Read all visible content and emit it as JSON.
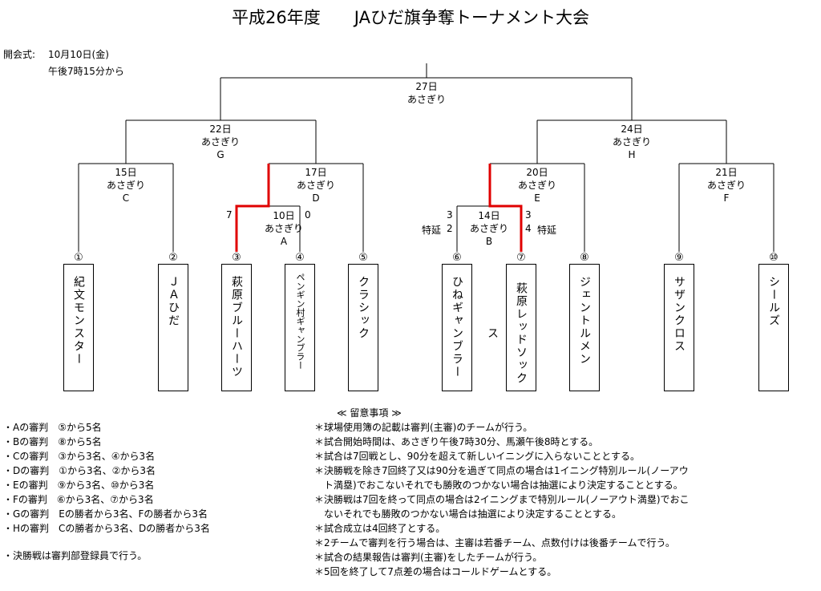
{
  "title": "平成26年度　　JAひだ旗争奪トーナメント大会",
  "opening": {
    "label": "開会式:",
    "date": "10月10日(金)",
    "time": "午後7時15分から"
  },
  "teams": [
    {
      "num": "①",
      "name": "紀文モンスター"
    },
    {
      "num": "②",
      "name": "ＪＡひだ"
    },
    {
      "num": "③",
      "name": "萩原ブルーハーツ"
    },
    {
      "num": "④",
      "name": "ペンギン村ギャンブラー"
    },
    {
      "num": "⑤",
      "name": "クラシック"
    },
    {
      "num": "⑥",
      "name": "ひねギャンブラー"
    },
    {
      "num": "⑦",
      "name": "萩原レッドソックス"
    },
    {
      "num": "⑧",
      "name": "ジェントルメン"
    },
    {
      "num": "⑨",
      "name": "サザンクロス"
    },
    {
      "num": "⑩",
      "name": "シールズ"
    }
  ],
  "matches": {
    "A": {
      "date": "10日",
      "venue": "あさぎり",
      "code": "A"
    },
    "B": {
      "date": "14日",
      "venue": "あさぎり",
      "code": "B"
    },
    "C": {
      "date": "15日",
      "venue": "あさぎり",
      "code": "C"
    },
    "D": {
      "date": "17日",
      "venue": "あさぎり",
      "code": "D"
    },
    "E": {
      "date": "20日",
      "venue": "あさぎり",
      "code": "E"
    },
    "F": {
      "date": "21日",
      "venue": "あさぎり",
      "code": "F"
    },
    "G": {
      "date": "22日",
      "venue": "あさぎり",
      "code": "G"
    },
    "H": {
      "date": "24日",
      "venue": "あさぎり",
      "code": "H"
    },
    "final": {
      "date": "27日",
      "venue": "あさぎり"
    }
  },
  "scores": {
    "A_left": "7",
    "A_right": "0",
    "B_left_reg": "3",
    "B_left_ext": "2",
    "B_left_ext_label": "特延",
    "B_right_reg": "3",
    "B_right_ext": "4",
    "B_right_ext_label": "特延"
  },
  "referees": [
    "・Aの審判　⑤から5名",
    "・Bの審判　⑧から5名",
    "・Cの審判　③から3名、④から3名",
    "・Dの審判　①から3名、②から3名",
    "・Eの審判　⑨から3名、⑩から3名",
    "・Fの審判　⑥から3名、⑦から3名",
    "・Gの審判　Eの勝者から3名、Fの勝者から3名",
    "・Hの審判　Cの勝者から3名、Dの勝者から3名"
  ],
  "final_referee": "・決勝戦は審判部登録員で行う。",
  "notes_title": "≪ 留意事項 ≫",
  "notes": [
    "＊球場使用簿の記載は審判(主審)のチームが行う。",
    "＊試合開始時間は、あさぎり午後7時30分、馬瀬午後8時とする。",
    "＊試合は7回戦とし、90分を超えて新しいイニングに入らないこととする。",
    "＊決勝戦を除き7回終了又は90分を過ぎて同点の場合は1イニング特別ルール(ノーアウ",
    "　ト満塁)でおこないそれでも勝敗のつかない場合は抽選により決定することとする。",
    "＊決勝戦は7回を終って同点の場合は2イニングまで特別ルール(ノーアウト満塁)でおこ",
    "　ないそれでも勝敗のつかない場合は抽選により決定することとする。",
    "＊試合成立は4回終了とする。",
    "＊2チームで審判を行う場合は、主審は若番チーム、点数付けは後番チームで行う。",
    "＊試合の結果報告は審判(主審)をしたチームが行う。",
    "＊5回を終了して7点差の場合はコールドゲームとする。"
  ],
  "colors": {
    "winner_line": "#e00000",
    "line": "#000000"
  }
}
